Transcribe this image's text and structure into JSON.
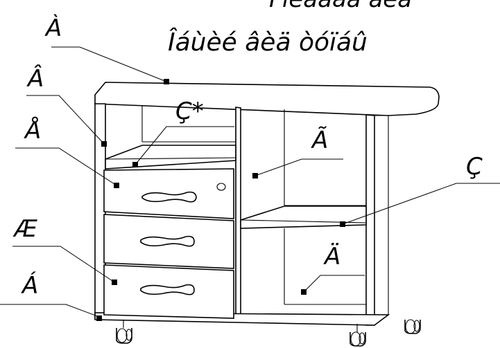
{
  "header": {
    "partial_text": "Гìèâàäã âèå",
    "title": "Îáùèé âèä òóïáû"
  },
  "labels": {
    "A": "À",
    "V": "Â",
    "E": "Å",
    "Zh": "Æ",
    "B": "Á",
    "Z_star": "Ç*",
    "G": "Ã",
    "Z": "Ç",
    "D": "Ä"
  }
}
